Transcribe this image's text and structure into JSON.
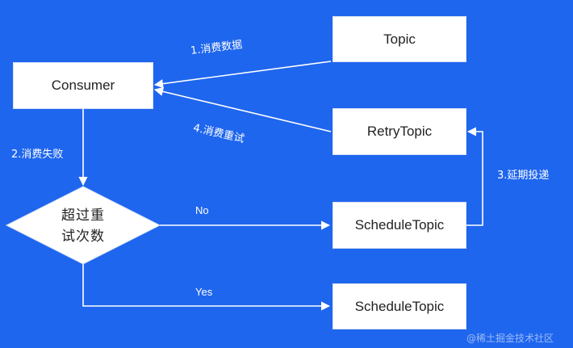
{
  "nodes": {
    "consumer": "Consumer",
    "topic": "Topic",
    "retry_topic": "RetryTopic",
    "schedule_topic_no": "ScheduleTopic",
    "schedule_topic_yes": "ScheduleTopic",
    "decision_line1": "超过重",
    "decision_line2": "试次数"
  },
  "edges": {
    "consume": "1.消费数据",
    "consume_fail": "2.消费失败",
    "delayed_delivery": "3.延期投递",
    "consume_retry": "4.消费重试",
    "no": "No",
    "yes": "Yes"
  },
  "watermark": "@稀土掘金技术社区",
  "colors": {
    "background": "#1f66ee",
    "node_fill": "#ffffff",
    "line": "#ffffff"
  }
}
